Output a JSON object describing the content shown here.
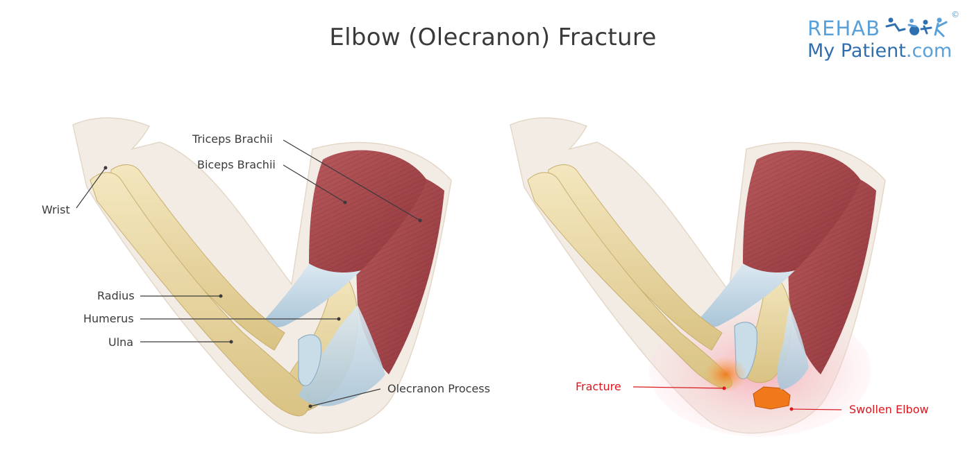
{
  "title": "Elbow (Olecranon) Fracture",
  "logo": {
    "line1": "REHAB",
    "line2_main": "My Patient",
    "line2_domain": ".com",
    "copyright": "©"
  },
  "colors": {
    "title": "#3a3a3a",
    "label": "#3a3a3a",
    "label_red": "#d9181e",
    "logo_light": "#5aa0d8",
    "logo_dark": "#2f6fb0",
    "bone": "#e8d6a0",
    "muscle": "#a8454a",
    "tendon": "#bcd4e4",
    "skin": "#f3ece5",
    "swelling": "#f4b5c0"
  },
  "labels": {
    "triceps": "Triceps Brachii",
    "biceps": "Biceps Brachii",
    "wrist": "Wrist",
    "radius": "Radius",
    "humerus": "Humerus",
    "ulna": "Ulna",
    "olecranon": "Olecranon Process",
    "fracture": "Fracture",
    "swollen": "Swollen Elbow"
  }
}
